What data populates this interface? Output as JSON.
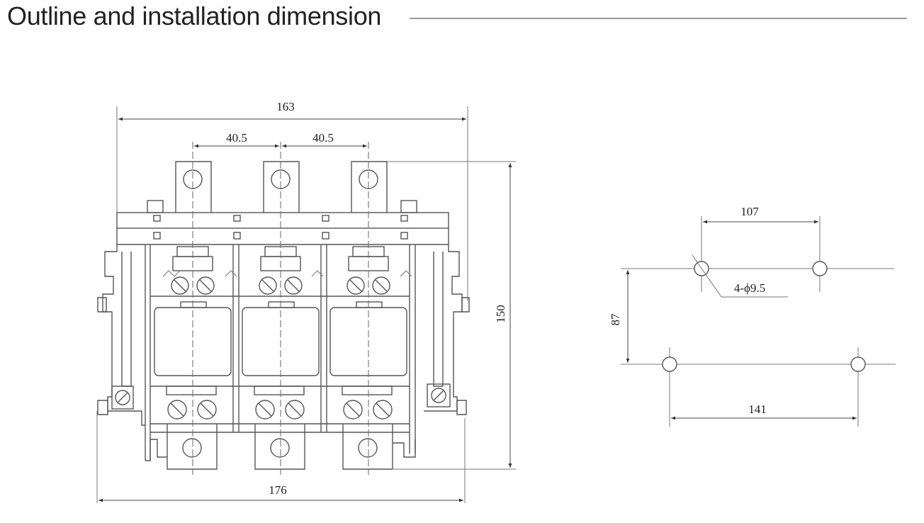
{
  "header": {
    "title": "Outline and installation dimension"
  },
  "outline": {
    "overall_width": "163",
    "pole_pitch_left": "40.5",
    "pole_pitch_right": "40.5",
    "height": "150",
    "base_width": "176"
  },
  "mounting": {
    "top_spacing": "107",
    "vertical_spacing": "87",
    "hole_spec": "4-ϕ9.5",
    "bottom_spacing": "141"
  }
}
